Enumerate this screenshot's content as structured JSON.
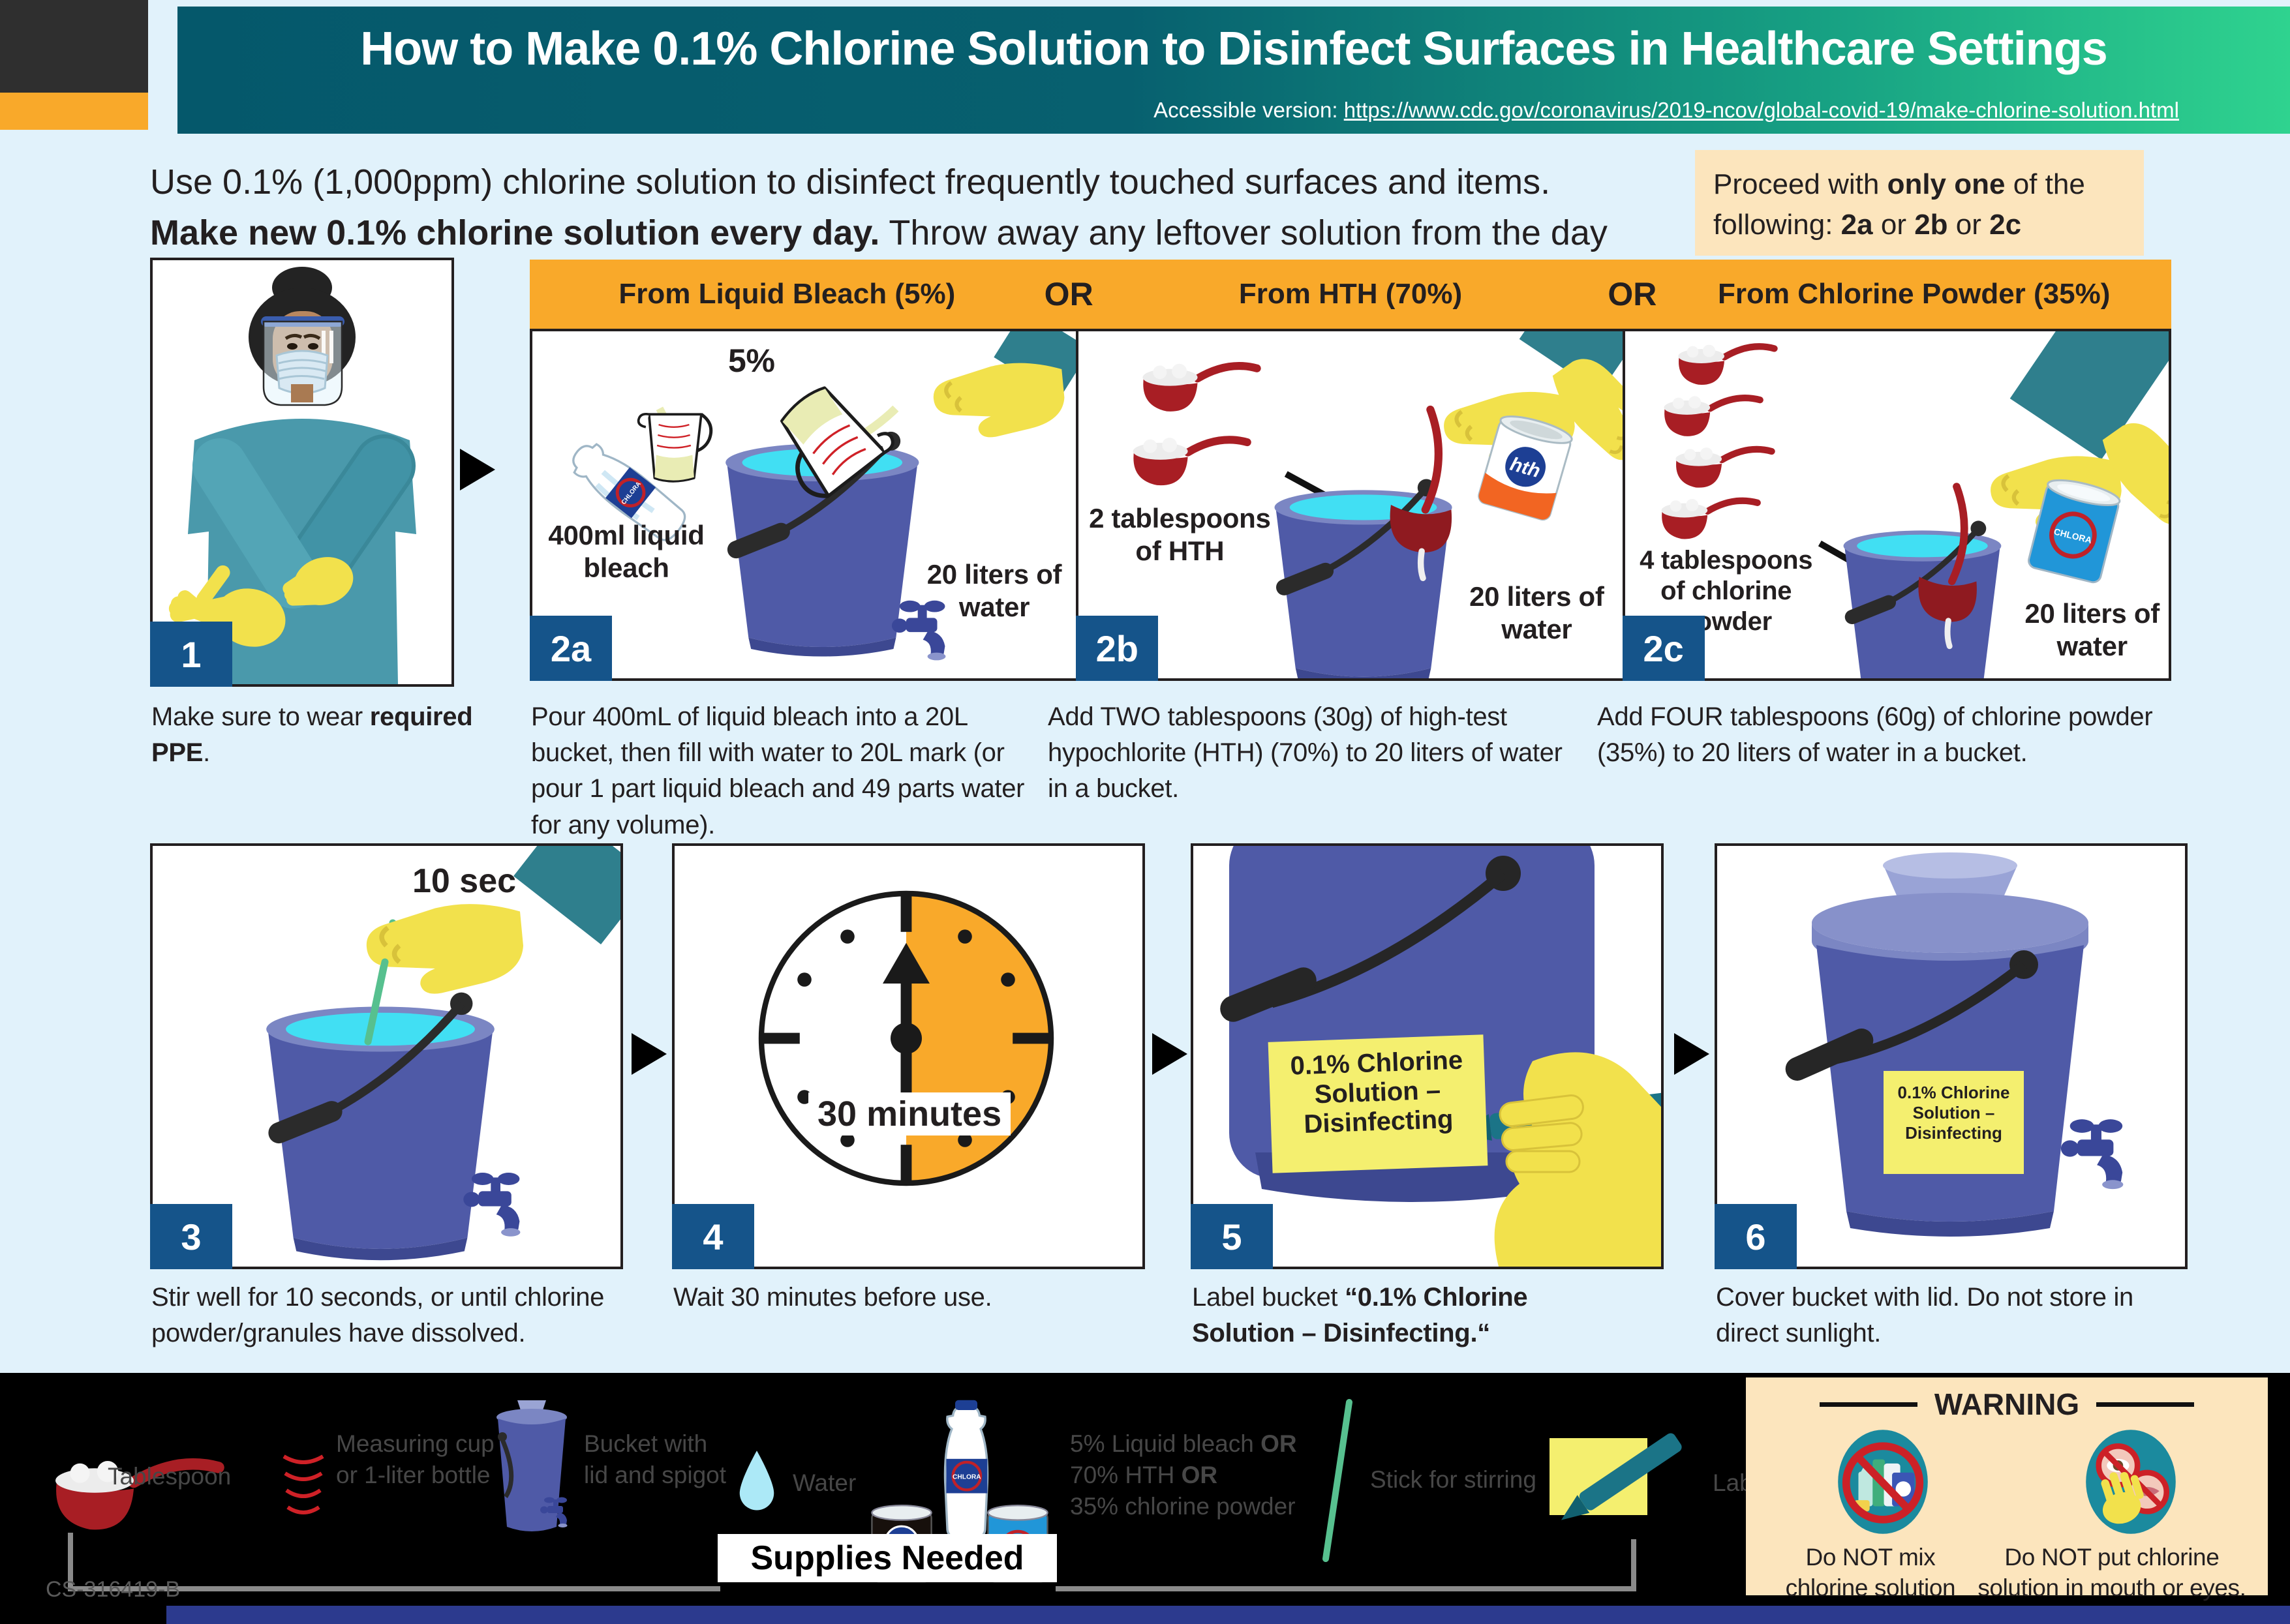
{
  "header": {
    "title": "How to Make 0.1% Chlorine Solution to Disinfect Surfaces in Healthcare Settings",
    "accessible_prefix": "Accessible version: ",
    "accessible_url": "https://www.cdc.gov/coronavirus/2019-ncov/global-covid-19/make-chlorine-solution.html"
  },
  "intro": {
    "line1": "Use 0.1% (1,000ppm) chlorine solution to disinfect frequently touched surfaces and items.",
    "line2_bold": "Make new 0.1% chlorine solution every day.",
    "line2_rest": " Throw away any leftover solution from the day before."
  },
  "proceed": {
    "p1": "Proceed with ",
    "b1": "only one",
    "p2": " of the following: ",
    "b2": "2a",
    "p3": " or ",
    "b3": "2b",
    "p4": " or ",
    "b4": "2c"
  },
  "steps": {
    "s1": {
      "badge": "1",
      "cap_pre": "Make sure to wear ",
      "cap_bold": "required PPE",
      "cap_end": "."
    },
    "options": {
      "titles": {
        "t1": "From Liquid Bleach (5%)",
        "or": "OR",
        "t2": "From HTH (70%)",
        "t3": "From Chlorine Powder (35%)"
      },
      "a": {
        "badge": "2a",
        "pct": "5%",
        "ingredient": "400ml liquid bleach",
        "water": "20 liters of water",
        "brand": "CHLORA",
        "caption": "Pour 400mL of liquid bleach into a 20L bucket, then fill with water to 20L mark (or pour 1 part liquid bleach and 49 parts water for any volume)."
      },
      "b": {
        "badge": "2b",
        "ingredient": "2 tablespoons of HTH",
        "water": "20 liters of water",
        "brand": "hth",
        "caption": "Add TWO tablespoons (30g) of high-test hypochlorite (HTH) (70%) to 20 liters of water in a bucket."
      },
      "c": {
        "badge": "2c",
        "ingredient": "4 tablespoons of chlorine powder",
        "water": "20 liters of water",
        "brand": "CHLORA",
        "caption": "Add FOUR tablespoons (60g) of chlorine powder (35%) to 20 liters of water in a bucket."
      }
    },
    "s3": {
      "badge": "3",
      "time": "10 sec",
      "caption": "Stir well for 10 seconds, or until chlorine powder/granules have dissolved."
    },
    "s4": {
      "badge": "4",
      "clock": "30 minutes",
      "caption": "Wait 30 minutes before use."
    },
    "s5": {
      "badge": "5",
      "bucket_label": "0.1% Chlorine Solution – Disinfecting",
      "cap_pre": "Label bucket ",
      "cap_bold": "“0.1% Chlorine Solution – Disinfecting.“"
    },
    "s6": {
      "badge": "6",
      "bucket_label": "0.1% Chlorine Solution – Disinfecting",
      "caption": "Cover bucket with lid. Do not store in direct sunlight."
    }
  },
  "supplies": {
    "title": "Supplies Needed",
    "tablespoon": "Tablespoon",
    "measuring": "Measuring cup or 1-liter bottle",
    "bucket": "Bucket with lid and spigot",
    "water": "Water",
    "chem1_pre": "5% Liquid bleach ",
    "chem1_or": "OR",
    "chem2_pre": "70% HTH ",
    "chem2_or": "OR",
    "chem3": "35% chlorine powder",
    "stick": "Stick for stirring",
    "label": "Label",
    "brand_hth": "hth",
    "brand_chlora": "CHLORA"
  },
  "warning": {
    "title": "WARNING",
    "left": "Do NOT mix chlorine solution with other cleaning products.",
    "right": "Do NOT put chlorine solution in mouth or eyes."
  },
  "footer": {
    "code": "CS-316419-B"
  },
  "colors": {
    "accent_orange": "#F9A92A",
    "header_teal": "#05586B",
    "header_green": "#2FD38F",
    "badge_navy": "#15548A",
    "note_cream": "#FCE5BD",
    "bucket_blue": "#4F5AA7",
    "water_cyan": "#41DFF3",
    "glove_yellow": "#F2E14C",
    "label_yellow": "#F4EF6F",
    "warning_red": "#CC2127",
    "circle_teal": "#1B8A9E"
  }
}
